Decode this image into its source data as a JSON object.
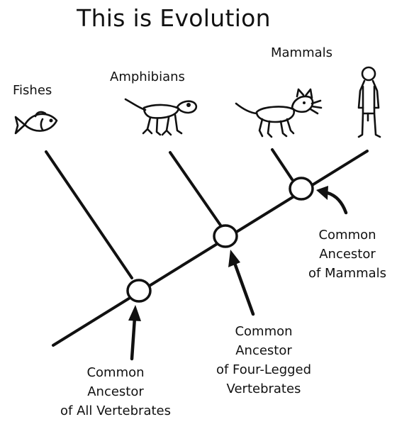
{
  "title": "This is Evolution",
  "taxa": {
    "fishes": "Fishes",
    "amphibians": "Amphibians",
    "mammals": "Mammals"
  },
  "ancestors": {
    "all_vertebrates": [
      "Common",
      "Ancestor",
      "of All Vertebrates"
    ],
    "four_legged": [
      "Common",
      "Ancestor",
      "of Four-Legged",
      "Vertebrates"
    ],
    "mammals": [
      "Common",
      "Ancestor",
      "of Mammals"
    ]
  },
  "icons": {
    "fish": "fish-icon",
    "amphibian": "amphibian-icon",
    "cat": "cat-icon",
    "human": "human-icon"
  },
  "colors": {
    "ink": "#111111",
    "background": "#ffffff"
  }
}
